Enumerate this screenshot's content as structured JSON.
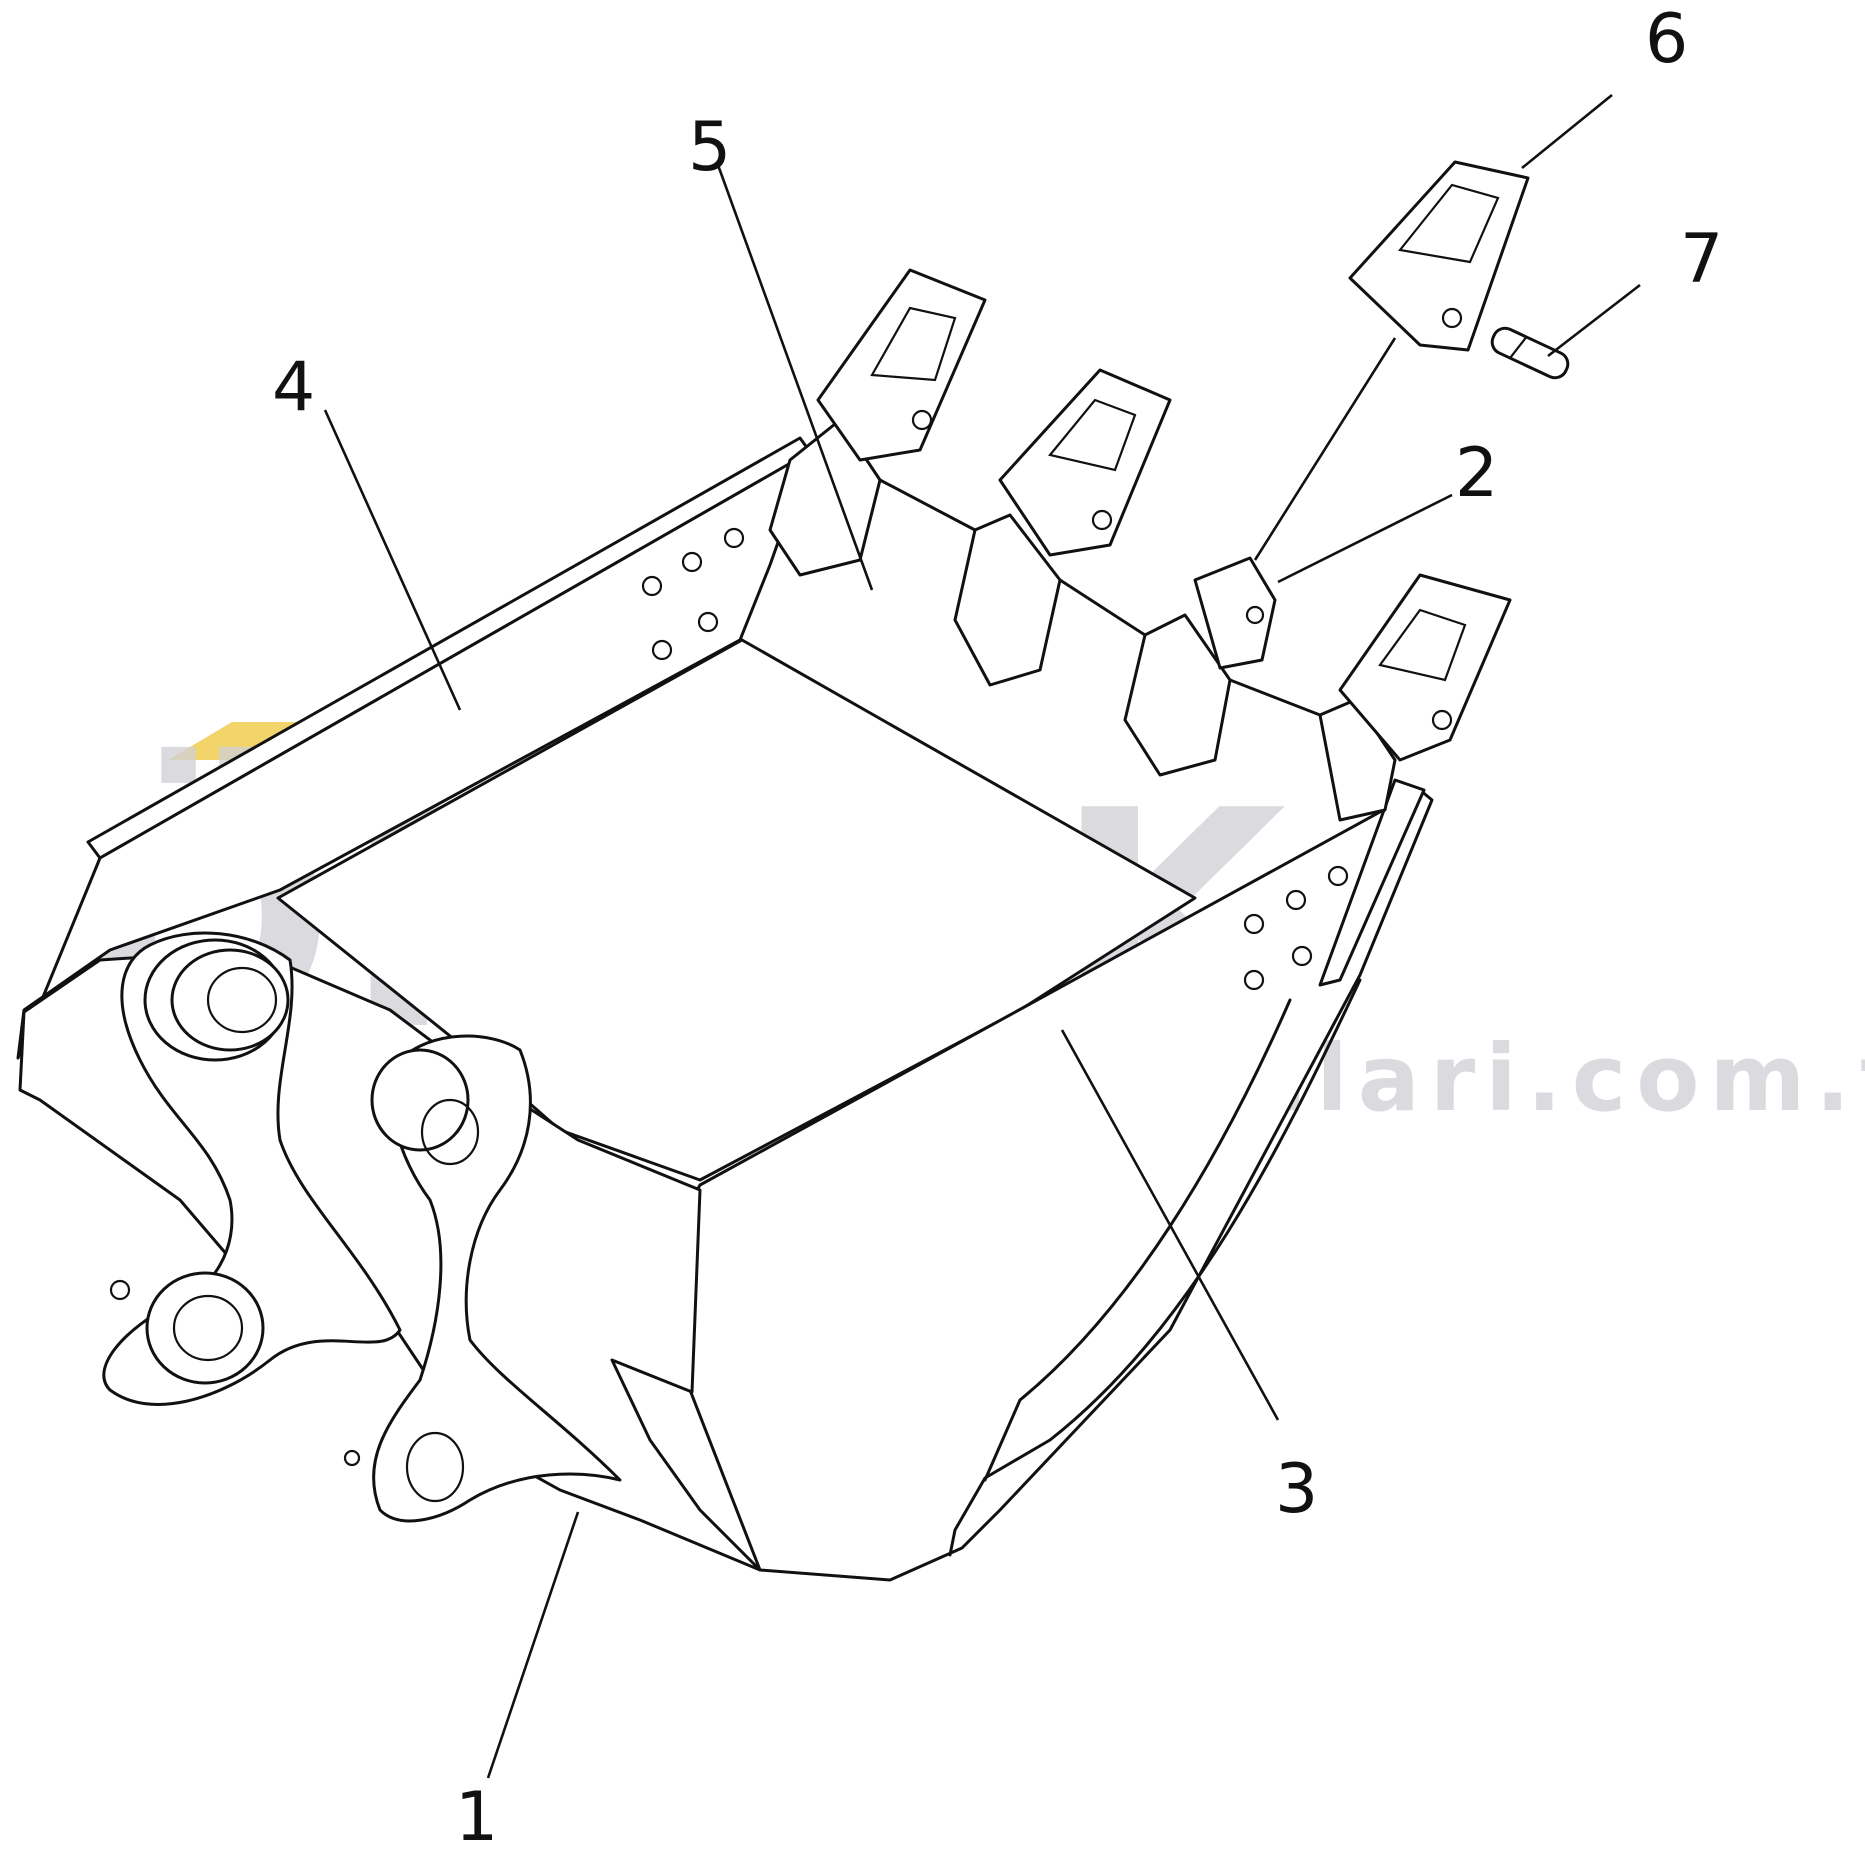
{
  "diagram": {
    "callouts": [
      {
        "id": "1",
        "label": "1"
      },
      {
        "id": "2",
        "label": "2"
      },
      {
        "id": "3",
        "label": "3"
      },
      {
        "id": "4",
        "label": "4"
      },
      {
        "id": "5",
        "label": "5"
      },
      {
        "id": "6",
        "label": "6"
      },
      {
        "id": "7",
        "label": "7"
      }
    ]
  },
  "watermark": {
    "brand": "ÖRNEK",
    "url": "www.ornekismakinalari.com.tr",
    "accent_color": "#f2d46b",
    "text_color": "#cfcfd6"
  }
}
